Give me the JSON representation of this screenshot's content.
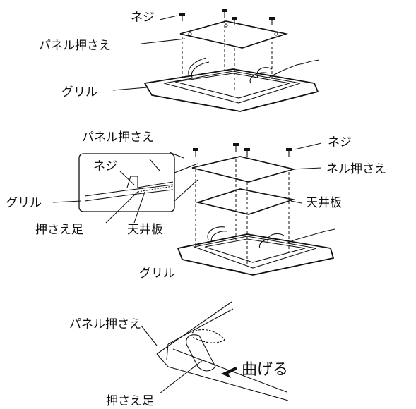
{
  "top_diagram": {
    "screw_label": "ネジ",
    "panel_retainer_label": "パネル押さえ",
    "grille_label": "グリル"
  },
  "middle_diagram": {
    "panel_retainer_label": "パネル押さえ",
    "screw_right_label": "ネジ",
    "neru_retainer_label": "ネル押さえ",
    "ceiling_board_right_label": "天井板",
    "grille_bottom_label": "グリル",
    "inset": {
      "screw_label": "ネジ",
      "grille_label": "グリル",
      "retainer_foot_label": "押さえ足",
      "ceiling_board_label": "天井板"
    }
  },
  "bottom_diagram": {
    "panel_retainer_label": "パネル押さえ",
    "bend_label": "曲げる",
    "retainer_foot_label": "押さえ足"
  }
}
